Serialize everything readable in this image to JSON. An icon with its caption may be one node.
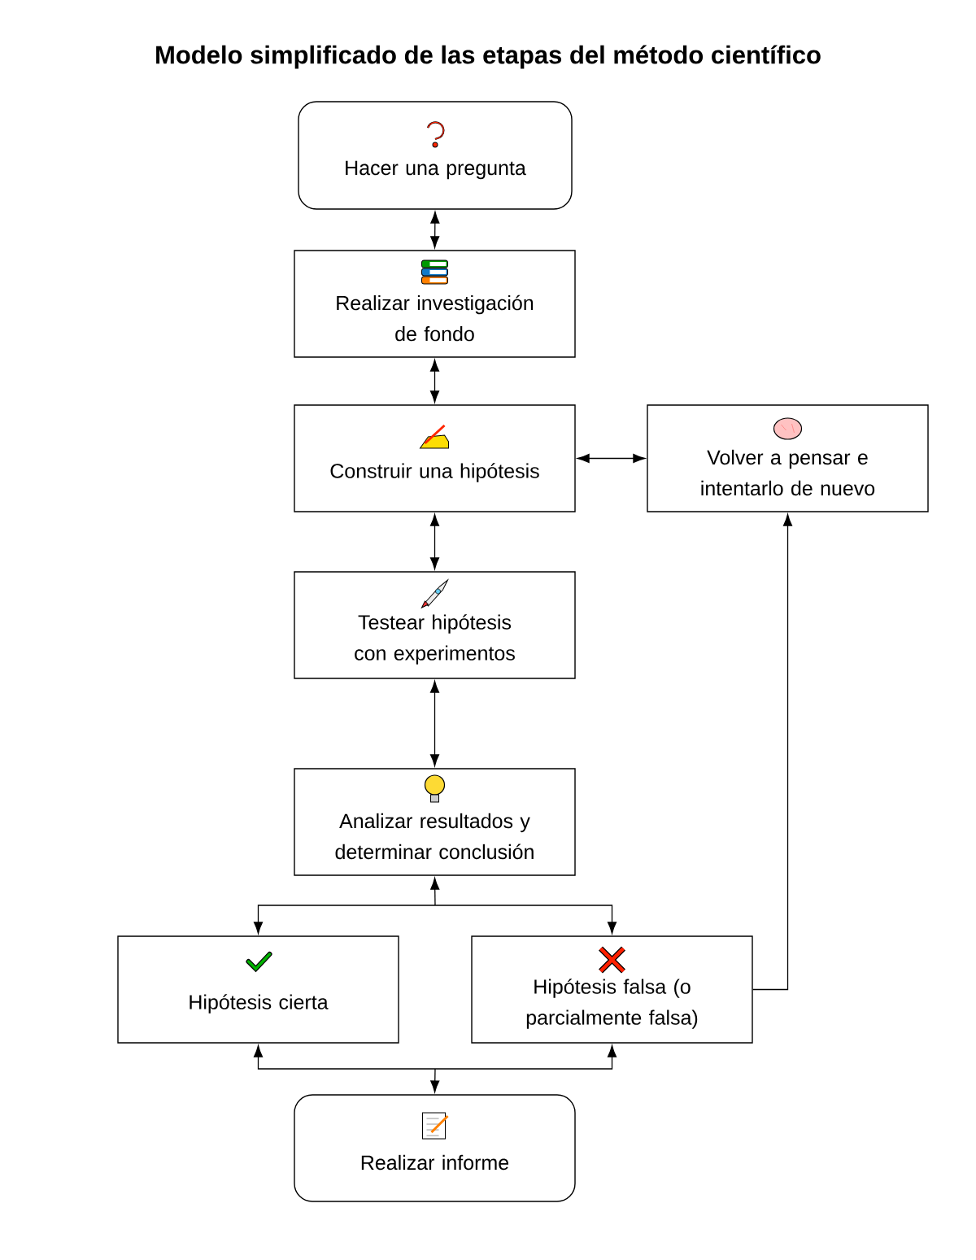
{
  "diagram": {
    "title": "Modelo simplificado de las etapas del método científico",
    "nodes": [
      {
        "text": [
          "Hacer una pregunta"
        ]
      },
      {
        "text": [
          "Realizar investigación de fondo"
        ]
      },
      {
        "text": [
          "Construir una hipótesis"
        ]
      },
      {
        "text": [
          "Volver a pensar e intentarlo de nuevo"
        ]
      },
      {
        "text": [
          "Testear hipótesis con experimentos"
        ]
      },
      {
        "text": [
          "Analizar resultados y determinar conclusión"
        ]
      },
      {
        "text": [
          "Hipótesis cierta"
        ]
      },
      {
        "text": [
          "Hipótesis falsa (o parcialmente falsa)"
        ]
      },
      {
        "text": [
          "Realizar informe"
        ]
      }
    ],
    "edges": [
      {
        "from": 0,
        "to": 1,
        "arrow": "both"
      },
      {
        "from": 1,
        "to": 2,
        "arrow": "both"
      },
      {
        "from": 2,
        "to": 3,
        "arrow": "both"
      },
      {
        "from": 2,
        "to": 4,
        "arrow": "both"
      },
      {
        "from": 4,
        "to": 5,
        "arrow": "both"
      },
      {
        "from": 5,
        "to": 6,
        "arrow": "both"
      },
      {
        "from": 5,
        "to": 7,
        "arrow": "both"
      },
      {
        "from": 6,
        "to": 8,
        "arrow": "both"
      },
      {
        "from": 7,
        "to": 8,
        "arrow": "both"
      },
      {
        "from": 7,
        "to": 3,
        "arrow": "to"
      }
    ]
  }
}
